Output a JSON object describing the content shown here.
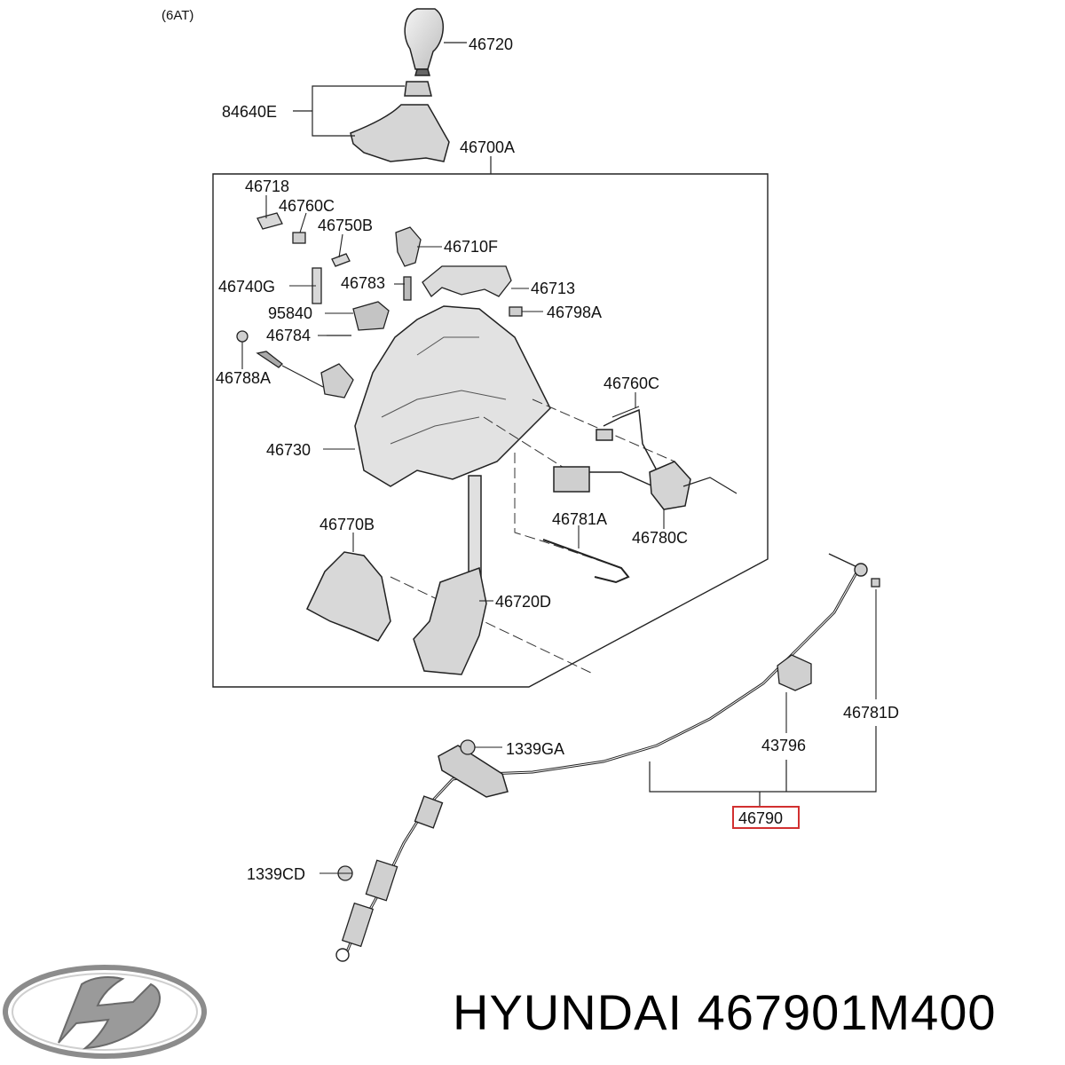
{
  "variant": "(6AT)",
  "labels": {
    "knob": "46720",
    "boot_set": "84640E",
    "assembly": "46700A",
    "clip": "46718",
    "clip_upper": "46760C",
    "pin": "46750B",
    "button": "46710F",
    "bracket_left": "46740G",
    "spring": "46783",
    "indicator": "46713",
    "bushing": "46798A",
    "solenoid": "95840",
    "pin_small": "46784",
    "grommet_bolt": "46788A",
    "housing": "46730",
    "wire_clip": "46760C",
    "lever": "46770B",
    "rod": "46781A",
    "switch": "46780C",
    "lever_shaft": "46720D",
    "nut_top": "46781D",
    "grommet": "43796",
    "nut_mid": "1339GA",
    "cable": "46790",
    "nut_bottom": "1339CD"
  },
  "brand": "HYUNDAI",
  "part_number": "467901M400",
  "colors": {
    "line": "#222222",
    "part_fill": "#e6e6e6",
    "part_dark": "#9a9a9a",
    "highlight": "#d23030",
    "logo": "#8c8c8c"
  }
}
